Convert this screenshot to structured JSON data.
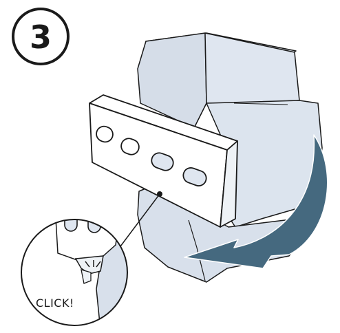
{
  "step": {
    "number": "3"
  },
  "callout": {
    "label": "CLICK!"
  },
  "colors": {
    "module_fill": "#dfe6f0",
    "module_shade": "#cfd9e6",
    "arrow": "#45697f",
    "outline": "#1a1a1a",
    "rail_fill": "#ffffff"
  },
  "icons": [
    "curved-arrow-icon",
    "din-rail",
    "din-module",
    "magnifier-callout"
  ]
}
